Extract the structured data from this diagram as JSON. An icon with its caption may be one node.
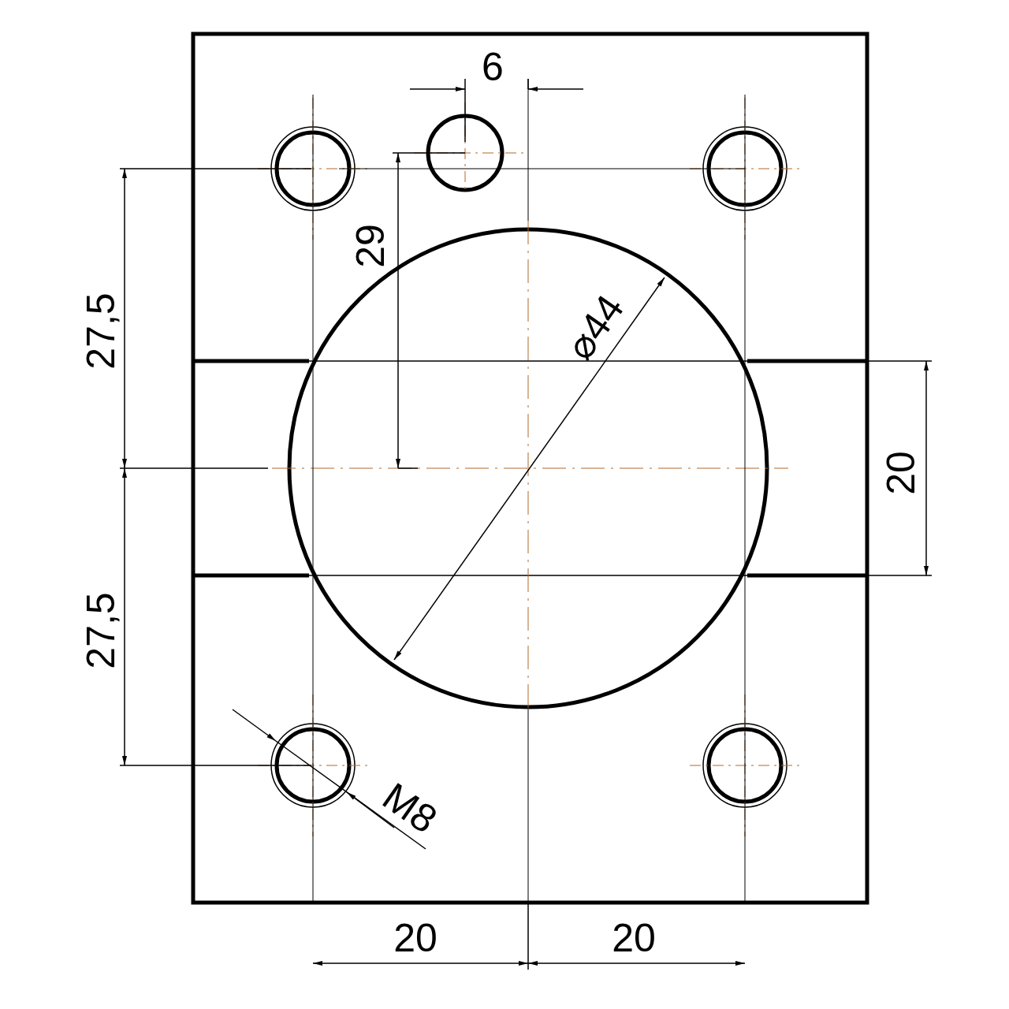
{
  "diagram": {
    "labels": [
      "6",
      "27,5",
      "29",
      "⌀44",
      "20",
      "27,5",
      "M8",
      "20",
      "20"
    ]
  }
}
